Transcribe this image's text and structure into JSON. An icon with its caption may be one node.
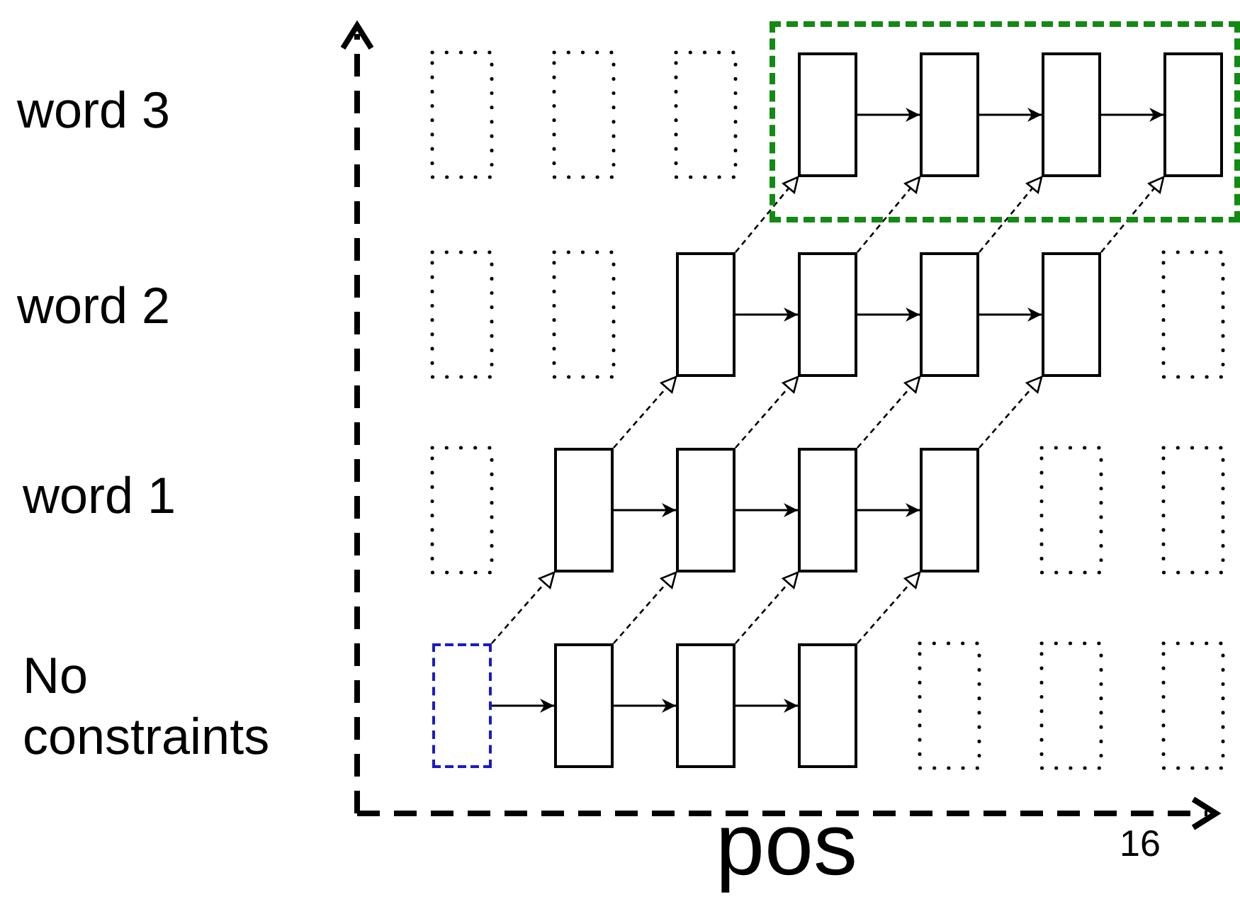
{
  "diagram": {
    "nodes": [
      {
        "text": [],
        "shape": "box"
      },
      {
        "text": [],
        "shape": "box",
        "in": 0
      },
      {
        "text": [],
        "shape": "box",
        "in": 0
      },
      {
        "text": [],
        "shape": "box",
        "in": 0
      },
      {
        "text": [],
        "shape": "box",
        "in": 0
      },
      {
        "text": [],
        "shape": "box"
      },
      {
        "text": [],
        "shape": "box"
      },
      {
        "text": [],
        "shape": "box"
      },
      {
        "text": [],
        "shape": "box"
      },
      {
        "text": [],
        "shape": "box"
      },
      {
        "text": [],
        "shape": "box"
      },
      {
        "text": [],
        "shape": "box"
      },
      {
        "text": [],
        "shape": "box"
      },
      {
        "text": [],
        "shape": "box"
      },
      {
        "text": [],
        "shape": "box"
      },
      {
        "text": [],
        "shape": "box"
      },
      {
        "text": [],
        "shape": "box"
      }
    ],
    "edges": [
      {
        "from": 1,
        "to": 2,
        "arrow": "to"
      },
      {
        "from": 2,
        "to": 3,
        "arrow": "to"
      },
      {
        "from": 3,
        "to": 4,
        "arrow": "to"
      },
      {
        "from": 5,
        "to": 6,
        "arrow": "to"
      },
      {
        "from": 6,
        "to": 7,
        "arrow": "to"
      },
      {
        "from": 7,
        "to": 8,
        "arrow": "to"
      },
      {
        "from": 9,
        "to": 10,
        "arrow": "to"
      },
      {
        "from": 10,
        "to": 11,
        "arrow": "to"
      },
      {
        "from": 11,
        "to": 12,
        "arrow": "to"
      },
      {
        "from": 13,
        "to": 14,
        "arrow": "to"
      },
      {
        "from": 14,
        "to": 15,
        "arrow": "to"
      },
      {
        "from": 15,
        "to": 16,
        "arrow": "to"
      },
      {
        "from": 13,
        "to": 9,
        "arrow": "to",
        "style": "dashed"
      },
      {
        "from": 14,
        "to": 10,
        "arrow": "to",
        "style": "dashed"
      },
      {
        "from": 15,
        "to": 11,
        "arrow": "to",
        "style": "dashed"
      },
      {
        "from": 16,
        "to": 12,
        "arrow": "to",
        "style": "dashed"
      },
      {
        "from": 9,
        "to": 5,
        "arrow": "to",
        "style": "dashed"
      },
      {
        "from": 10,
        "to": 6,
        "arrow": "to",
        "style": "dashed"
      },
      {
        "from": 11,
        "to": 7,
        "arrow": "to",
        "style": "dashed"
      },
      {
        "from": 12,
        "to": 8,
        "arrow": "to",
        "style": "dashed"
      },
      {
        "from": 5,
        "to": 1,
        "arrow": "to",
        "style": "dashed"
      },
      {
        "from": 6,
        "to": 2,
        "arrow": "to",
        "style": "dashed"
      },
      {
        "from": 7,
        "to": 3,
        "arrow": "to",
        "style": "dashed"
      },
      {
        "from": 8,
        "to": 4,
        "arrow": "to",
        "style": "dashed"
      }
    ],
    "labels": [
      "word 3",
      "word 2",
      "word 1",
      "No constraints",
      "pos",
      "16"
    ]
  }
}
